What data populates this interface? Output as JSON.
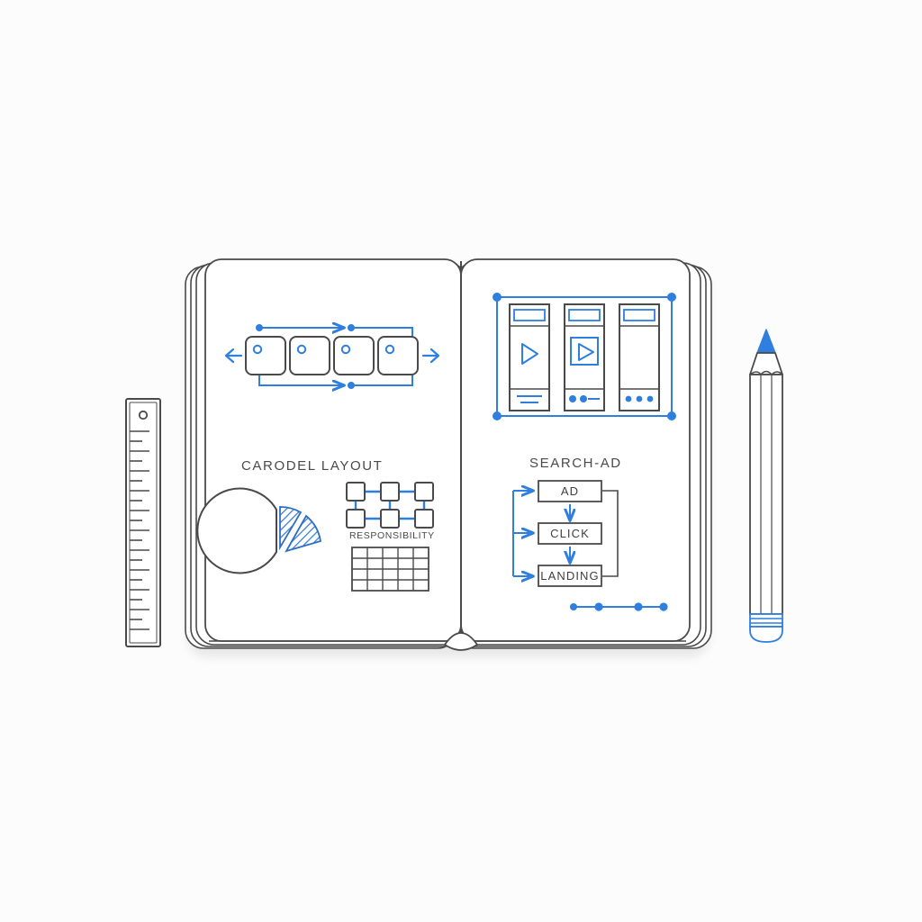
{
  "scene": {
    "title": "Notebook sketch of ad layout concepts",
    "background_color": "#fcfcfc",
    "ink_color": "#4a4a4a",
    "accent_color": "#2e7fe0",
    "hatch_color": "#3d7fd4",
    "page_color": "#ffffff",
    "shadow_color": "#e4e4e4"
  },
  "left_page": {
    "heading": "CARODEL LAYOUT",
    "carousel": {
      "name": "carousel-strip",
      "card_count": 4,
      "prev_arrow": "left-chevron",
      "next_arrow": "right-chevron",
      "connector_top": "flow-arrow-top",
      "connector_bottom": "flow-arrow-bottom",
      "cards": [
        {
          "id": "card-1",
          "dot": "blue-circle"
        },
        {
          "id": "card-2",
          "dot": "blue-circle"
        },
        {
          "id": "card-3",
          "dot": "blue-circle"
        },
        {
          "id": "card-4",
          "dot": "blue-circle"
        }
      ]
    },
    "pie_chart": {
      "name": "pie-chart",
      "exploded_slices": 2,
      "hatched": true
    },
    "node_graph": {
      "name": "node-grid",
      "columns": 3,
      "rows": 2
    },
    "node_graph_label": "RESPONSIBILITY",
    "data_table": {
      "name": "data-table-grid",
      "columns": 5,
      "rows": 4
    }
  },
  "right_page": {
    "heading": "SEARCH-AD",
    "mockups": {
      "name": "phone-mockup-set",
      "count": 3,
      "selection_frame": "selection-bounding-box",
      "corner_handles": 4,
      "screens": [
        {
          "id": "phone-1",
          "media": "play-triangle",
          "footer": "two-lines"
        },
        {
          "id": "phone-2",
          "media": "play-triangle-framed",
          "footer": "dots-and-line"
        },
        {
          "id": "phone-3",
          "media": "blank",
          "footer": "three-dots"
        }
      ]
    },
    "funnel": {
      "name": "conversion-funnel",
      "steps": [
        "AD",
        "CLICK",
        "LANDING"
      ],
      "loop_back": true
    },
    "timeline": {
      "name": "timeline-strip",
      "dot_count": 4
    }
  },
  "tools": {
    "ruler": {
      "name": "ruler",
      "tick_count": 22,
      "hole": "hang-hole"
    },
    "pencil": {
      "name": "pencil",
      "tip_color": "#2e7fe0",
      "ferrule_color": "#2e7fe0"
    }
  }
}
